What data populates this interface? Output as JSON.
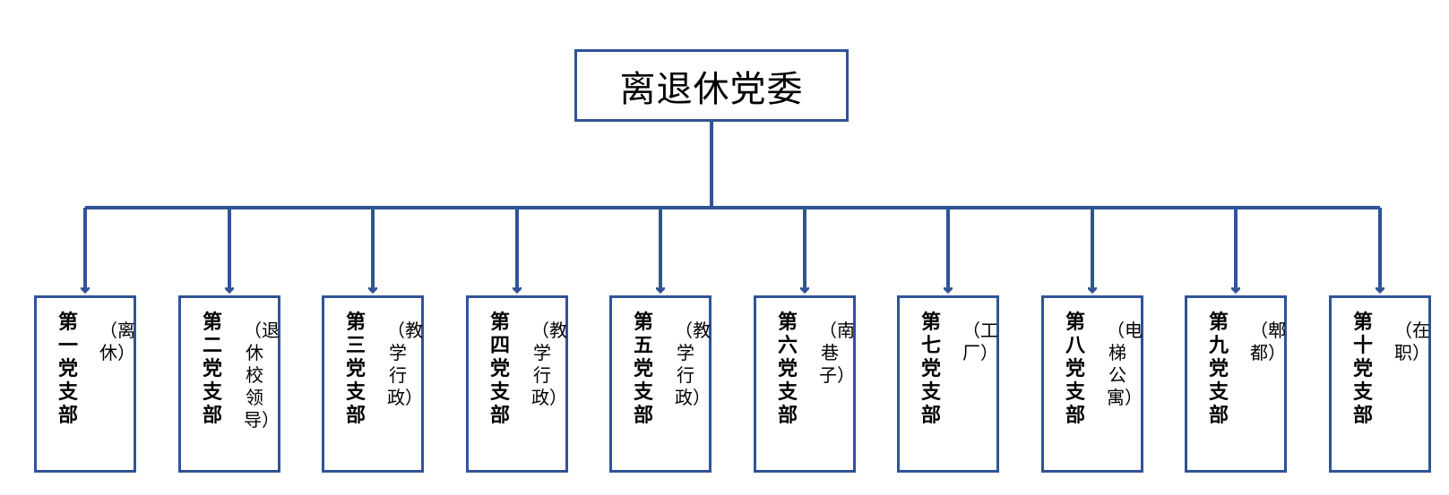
{
  "org_chart": {
    "root": {
      "label": "离退休党委"
    },
    "branches": [
      {
        "name": "第一党支部",
        "note": "（离休）"
      },
      {
        "name": "第二党支部",
        "note": "（退休校领导）"
      },
      {
        "name": "第三党支部",
        "note": "（教学行政）"
      },
      {
        "name": "第四党支部",
        "note": "（教学行政）"
      },
      {
        "name": "第五党支部",
        "note": "（教学行政）"
      },
      {
        "name": "第六党支部",
        "note": "（南巷子）"
      },
      {
        "name": "第七党支部",
        "note": "（工厂）"
      },
      {
        "name": "第八党支部",
        "note": "（电梯公寓）"
      },
      {
        "name": "第九党支部",
        "note": "（郫都）"
      },
      {
        "name": "第十党支部",
        "note": "（在职）"
      }
    ]
  },
  "colors": {
    "line": "#2f5496",
    "border": "#2f5496",
    "text": "#000000"
  }
}
